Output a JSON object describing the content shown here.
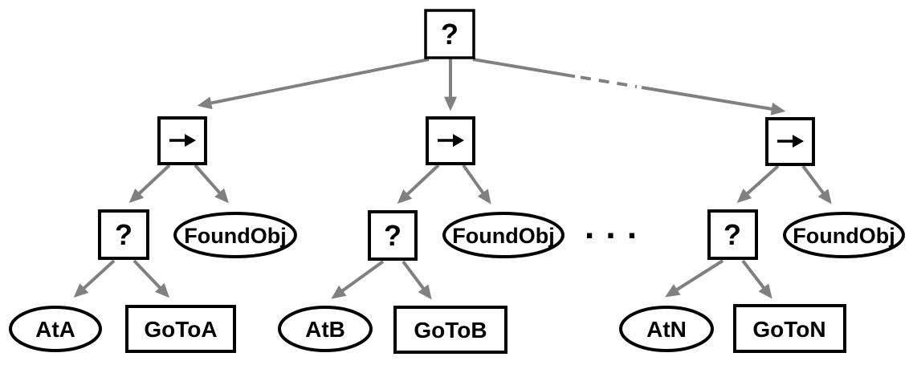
{
  "colors": {
    "background": "#ffffff",
    "node_border": "#000000",
    "node_fill": "#ffffff",
    "text": "#000000",
    "edge": "#808080"
  },
  "icons": {
    "sequence-arrow-icon": "→",
    "arrowhead-icon": "▶",
    "dashed-continuation-icon": "- - -"
  },
  "tree": {
    "type": "behavior-tree",
    "root": {
      "label": "?",
      "node_kind": "fallback"
    },
    "branches": [
      {
        "sequence_label": "→",
        "fallback_label": "?",
        "condition_found": "FoundObj",
        "condition_at": "AtA",
        "action": "GoToA"
      },
      {
        "sequence_label": "→",
        "fallback_label": "?",
        "condition_found": "FoundObj",
        "condition_at": "AtB",
        "action": "GoToB"
      },
      {
        "sequence_label": "→",
        "fallback_label": "?",
        "condition_found": "FoundObj",
        "condition_at": "AtN",
        "action": "GoToN"
      }
    ],
    "continuation_dots": ". . ."
  }
}
